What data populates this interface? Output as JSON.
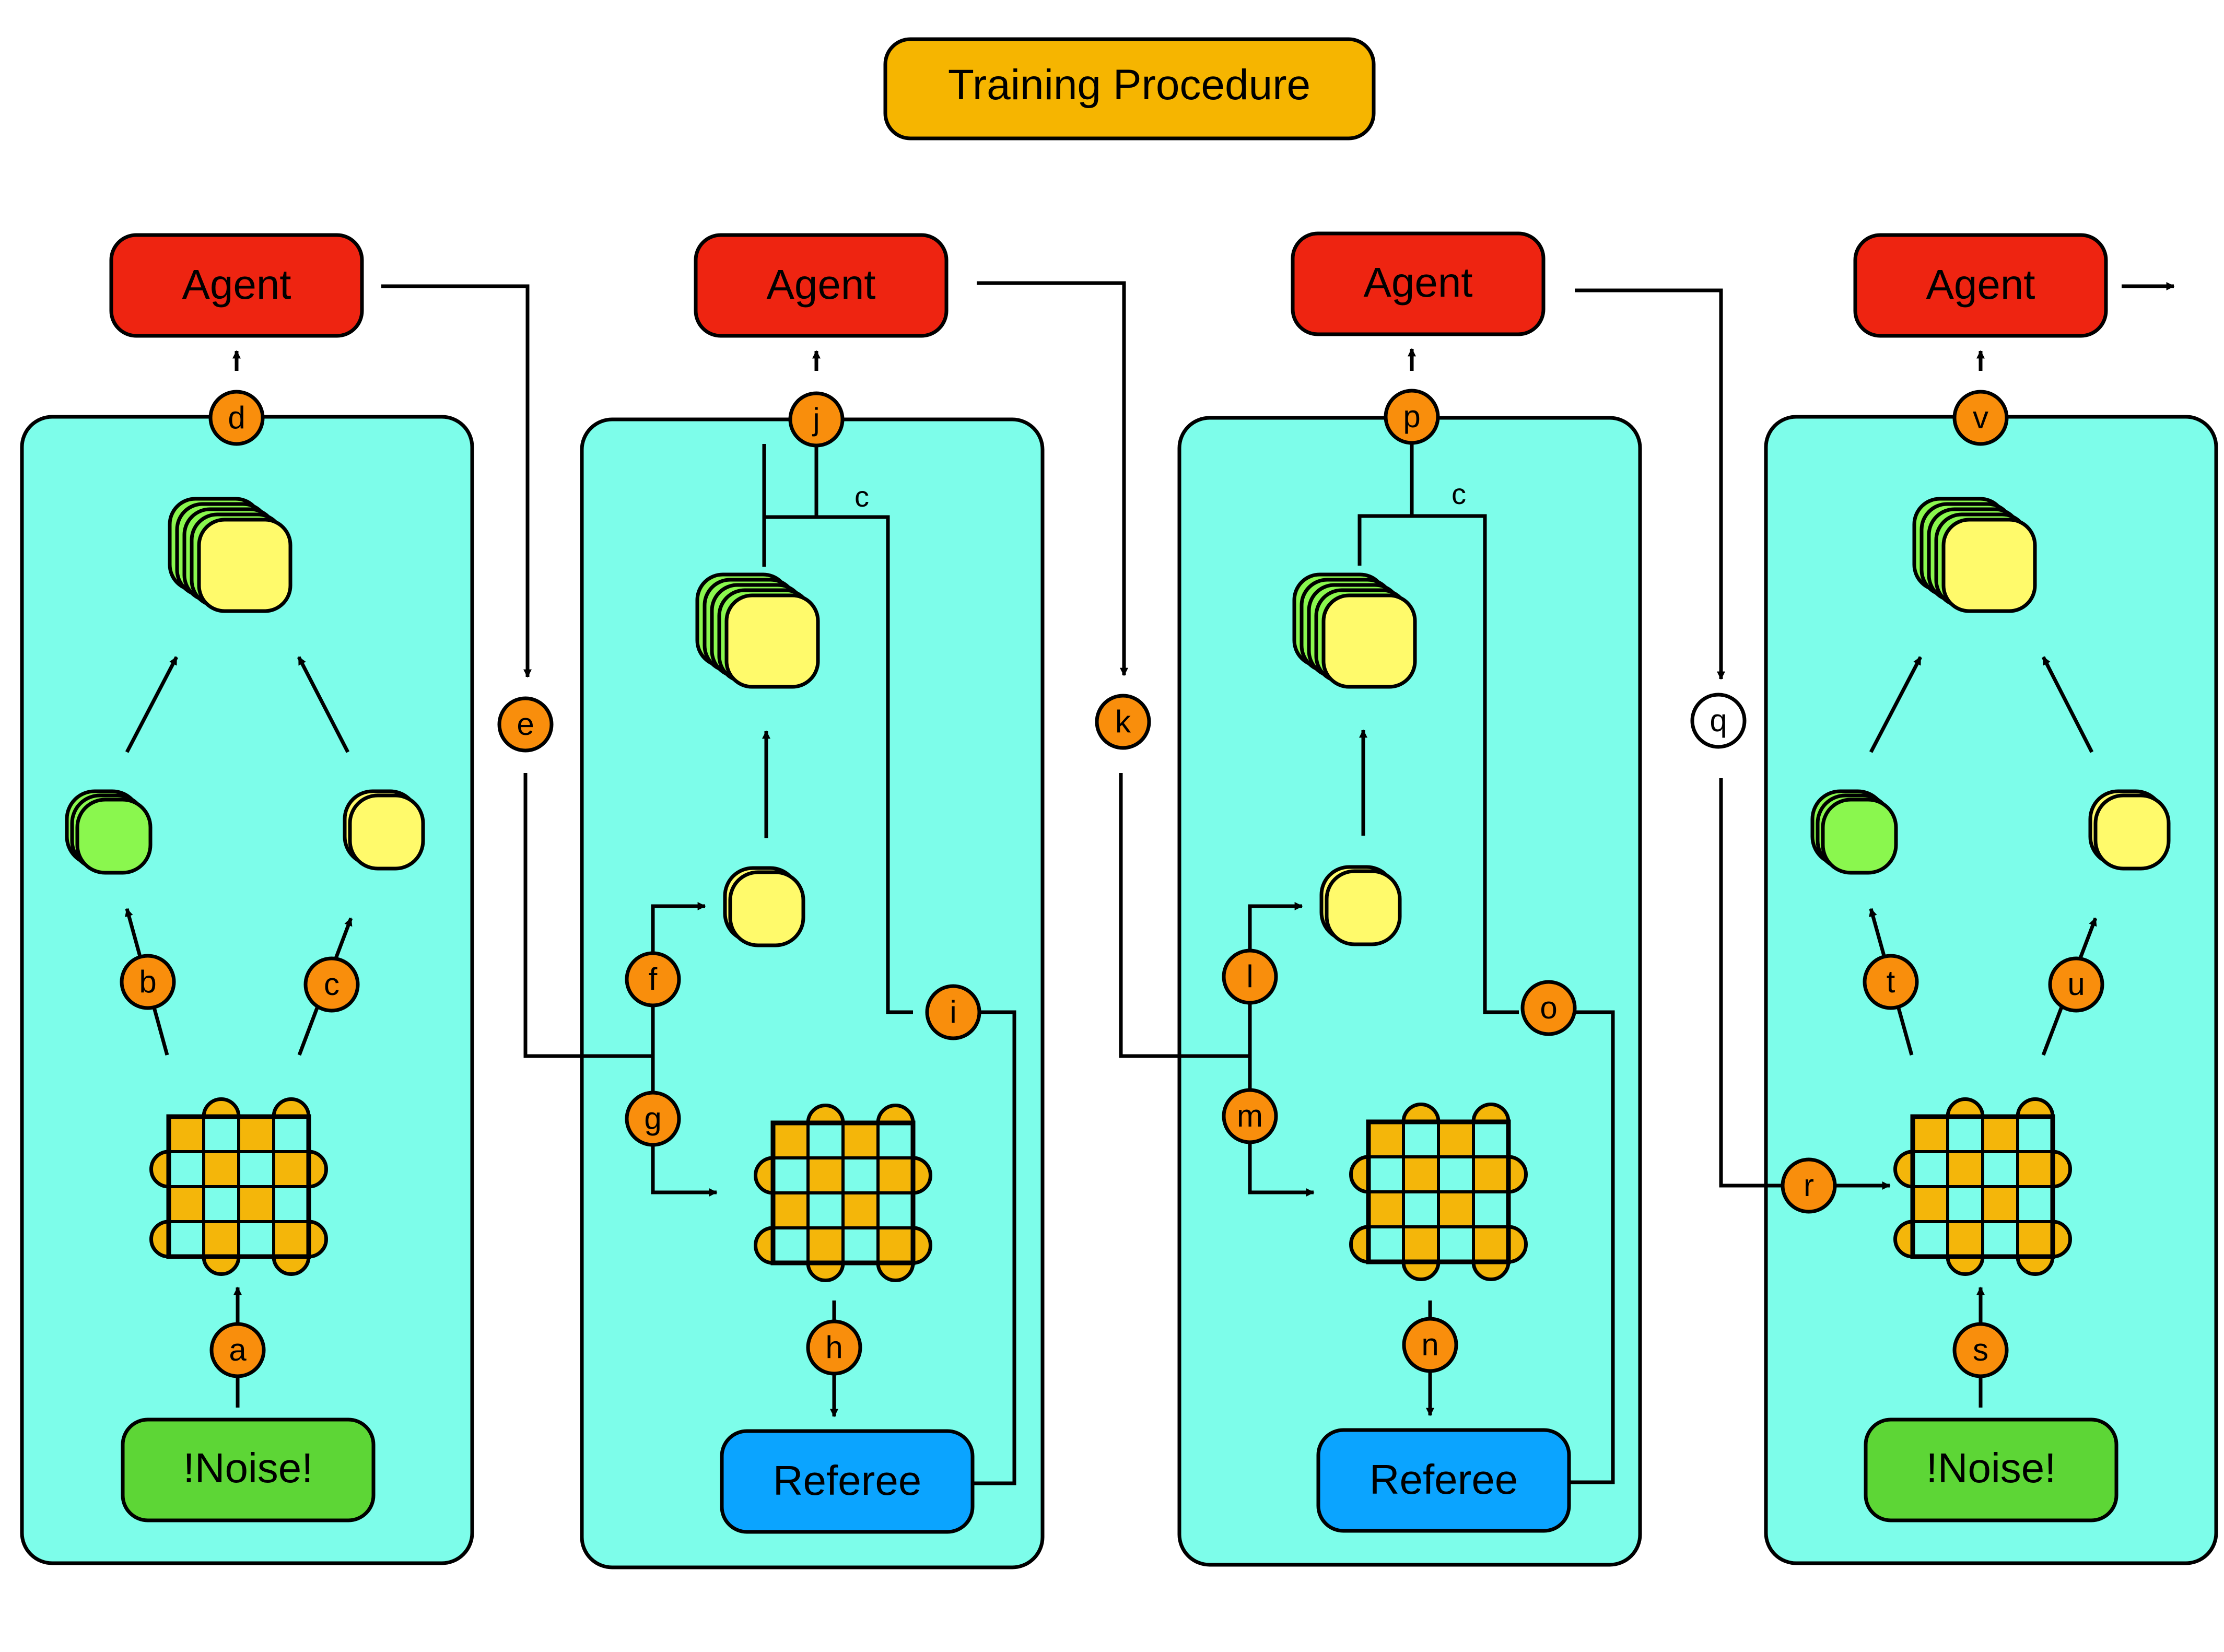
{
  "title": "Training Procedure",
  "agent_label": "Agent",
  "referee_label": "Referee",
  "noise_label": "!Noise!",
  "step_labels": {
    "a": "a",
    "b": "b",
    "c": "c",
    "d": "d",
    "e": "e",
    "f": "f",
    "g": "g",
    "h": "h",
    "i": "i",
    "j": "j",
    "k": "k",
    "l": "l",
    "m": "m",
    "n": "n",
    "o": "o",
    "p": "p",
    "q": "q",
    "r": "r",
    "s": "s",
    "t": "t",
    "u": "u",
    "v": "v"
  },
  "edge_label": "c",
  "colors": {
    "panel": "#7dfdea",
    "agent": "#ee2411",
    "title_box": "#f6b500",
    "step_marker": "#f98e0c",
    "referee": "#0ba4ff",
    "noise": "#5dd636",
    "tile_yellow": "#fffa6b",
    "tile_green": "#8af74e",
    "grid_orange": "#f4b60a",
    "grid_cyan": "#7dfdea",
    "line": "#000000"
  },
  "icons": {
    "grid": "board-grid-icon",
    "tile": "sample-tile-icon",
    "stack": "sample-stack-icon"
  }
}
